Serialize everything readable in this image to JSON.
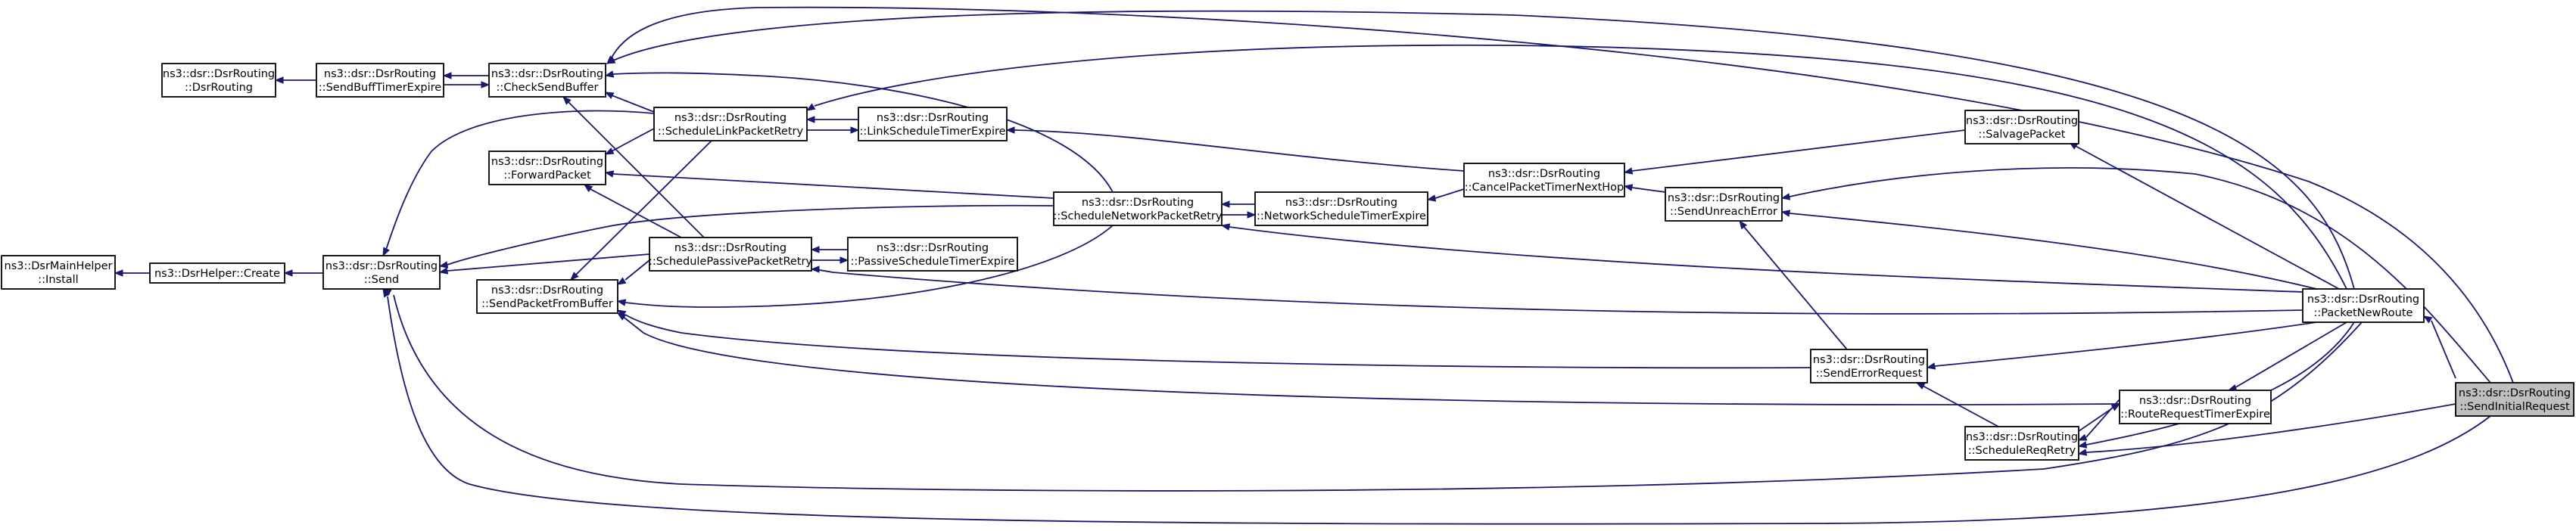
{
  "graph": {
    "edge_color": "#191970",
    "highlight_fill": "#bfbfbf",
    "nodes": {
      "dsrmain_install": [
        "ns3::DsrMainHelper",
        "::Install"
      ],
      "dsrhelper_create": [
        "ns3::DsrHelper::Create"
      ],
      "send": [
        "ns3::dsr::DsrRouting",
        "::Send"
      ],
      "dsrrouting_ctor": [
        "ns3::dsr::DsrRouting",
        "::DsrRouting"
      ],
      "sendbufftimerexpire": [
        "ns3::dsr::DsrRouting",
        "::SendBuffTimerExpire"
      ],
      "checksendbuffer": [
        "ns3::dsr::DsrRouting",
        "::CheckSendBuffer"
      ],
      "forwardpacket": [
        "ns3::dsr::DsrRouting",
        "::ForwardPacket"
      ],
      "sendpacketfrombuffer": [
        "ns3::dsr::DsrRouting",
        "::SendPacketFromBuffer"
      ],
      "schedulelinkpacketretry": [
        "ns3::dsr::DsrRouting",
        "::ScheduleLinkPacketRetry"
      ],
      "schedulepassivepacketretry": [
        "ns3::dsr::DsrRouting",
        "::SchedulePassivePacketRetry"
      ],
      "linkscheduletimerexpire": [
        "ns3::dsr::DsrRouting",
        "::LinkScheduleTimerExpire"
      ],
      "passivescheduletimerexpire": [
        "ns3::dsr::DsrRouting",
        "::PassiveScheduleTimerExpire"
      ],
      "schedulenetworkpacketretry": [
        "ns3::dsr::DsrRouting",
        "::ScheduleNetworkPacketRetry"
      ],
      "networkscheduletimerexpire": [
        "ns3::dsr::DsrRouting",
        "::NetworkScheduleTimerExpire"
      ],
      "cancelpackettimernexthop": [
        "ns3::dsr::DsrRouting",
        "::CancelPacketTimerNextHop"
      ],
      "sendunreacherror": [
        "ns3::dsr::DsrRouting",
        "::SendUnreachError"
      ],
      "senderrorrequest": [
        "ns3::dsr::DsrRouting",
        "::SendErrorRequest"
      ],
      "salvagepacket": [
        "ns3::dsr::DsrRouting",
        "::SalvagePacket"
      ],
      "schedulereqretry": [
        "ns3::dsr::DsrRouting",
        "::ScheduleReqRetry"
      ],
      "routerequesttimerexpire": [
        "ns3::dsr::DsrRouting",
        "::RouteRequestTimerExpire"
      ],
      "packetnewroute": [
        "ns3::dsr::DsrRouting",
        "::PacketNewRoute"
      ],
      "sendinitialrequest": [
        "ns3::dsr::DsrRouting",
        "::SendInitialRequest"
      ]
    }
  }
}
